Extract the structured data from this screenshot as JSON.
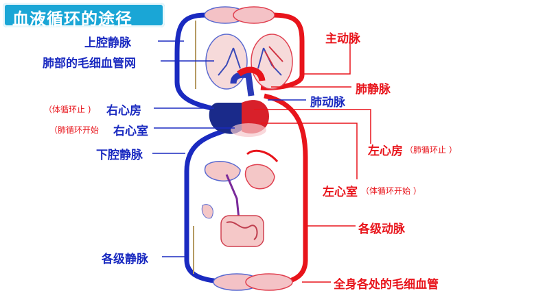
{
  "title": "血液循环的途径",
  "colors": {
    "vein_blue": "#1a2ac0",
    "artery_red": "#e8141b",
    "title_bg": "#1aa6d6"
  },
  "labels_left": {
    "superior_vena_cava": "上腔静脉",
    "pulmonary_capillaries": "肺部的毛细血管网",
    "right_atrium_note": "（体循环止 )",
    "right_atrium": "右心房",
    "right_ventricle_note": "（肺循环开始",
    "right_ventricle": "右心室",
    "inferior_vena_cava": "下腔静脉",
    "veins": "各级静脉"
  },
  "labels_right": {
    "aorta": "主动脉",
    "pulmonary_vein": "肺静脉",
    "pulmonary_artery": "肺动脉",
    "left_atrium": "左心房",
    "left_atrium_note": "（肺循环止 ）",
    "left_ventricle": "左心室",
    "left_ventricle_note": "（体循环开始 ）",
    "arteries": "各级动脉",
    "body_capillaries": "全身各处的毛细血管"
  }
}
